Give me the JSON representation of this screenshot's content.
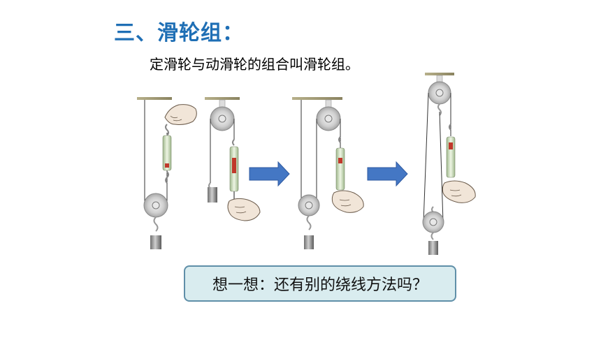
{
  "slide": {
    "title": "三、滑轮组：",
    "subtitle": "定滑轮与动滑轮的组合叫滑轮组。",
    "question": "想一想：还有别的绕线方法吗？"
  },
  "colors": {
    "title": "#1f6fb5",
    "arrow": "#4477c4",
    "question_bg": "#d9ecef",
    "question_border": "#5f8fa8"
  },
  "illustrations": [
    {
      "name": "movable-pulley-hand-above"
    },
    {
      "name": "fixed-pulley-hand-below"
    },
    {
      "name": "pulley-group-two-strands"
    },
    {
      "name": "pulley-group-three-strands"
    }
  ],
  "arrows": [
    {
      "name": "right-arrow-1"
    },
    {
      "name": "right-arrow-2"
    }
  ]
}
